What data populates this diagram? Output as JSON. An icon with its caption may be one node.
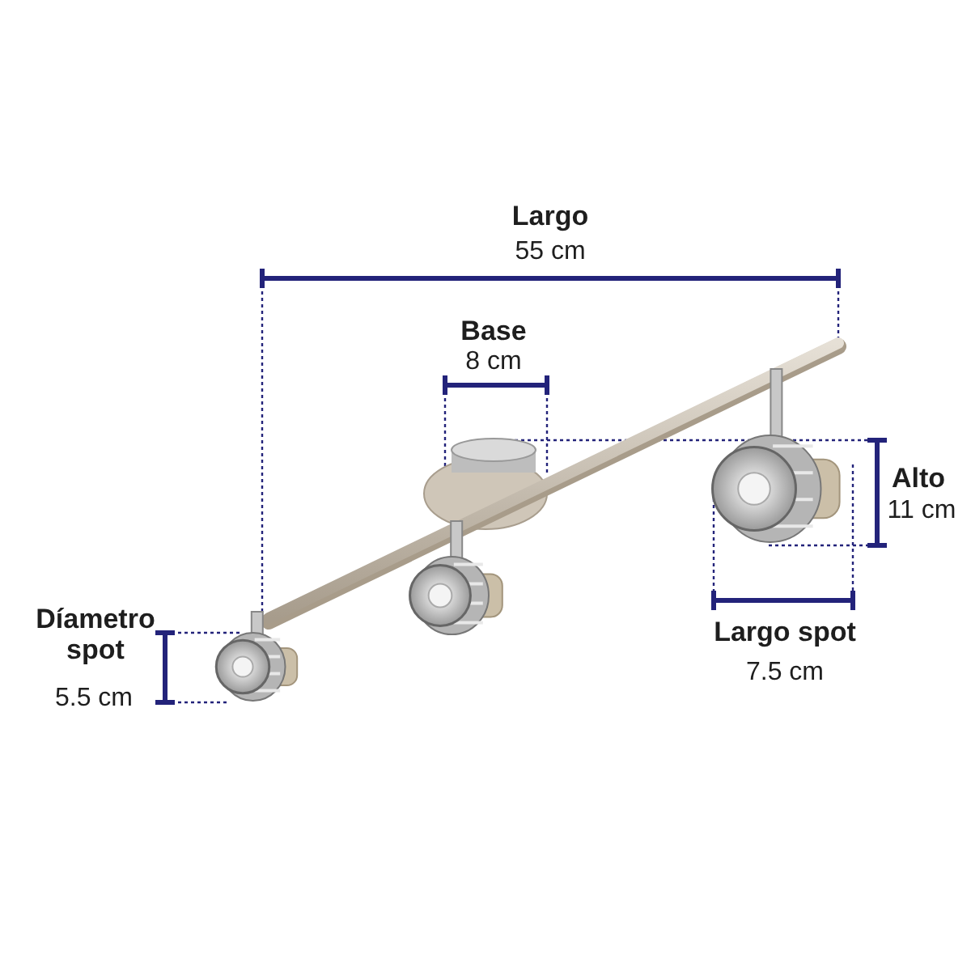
{
  "diagram": {
    "labels": [
      "Largo",
      "55 cm",
      "Base",
      "8 cm",
      "Alto",
      "11 cm",
      "Díametro spot",
      "5.5 cm",
      "Largo spot",
      "7.5 cm"
    ]
  }
}
